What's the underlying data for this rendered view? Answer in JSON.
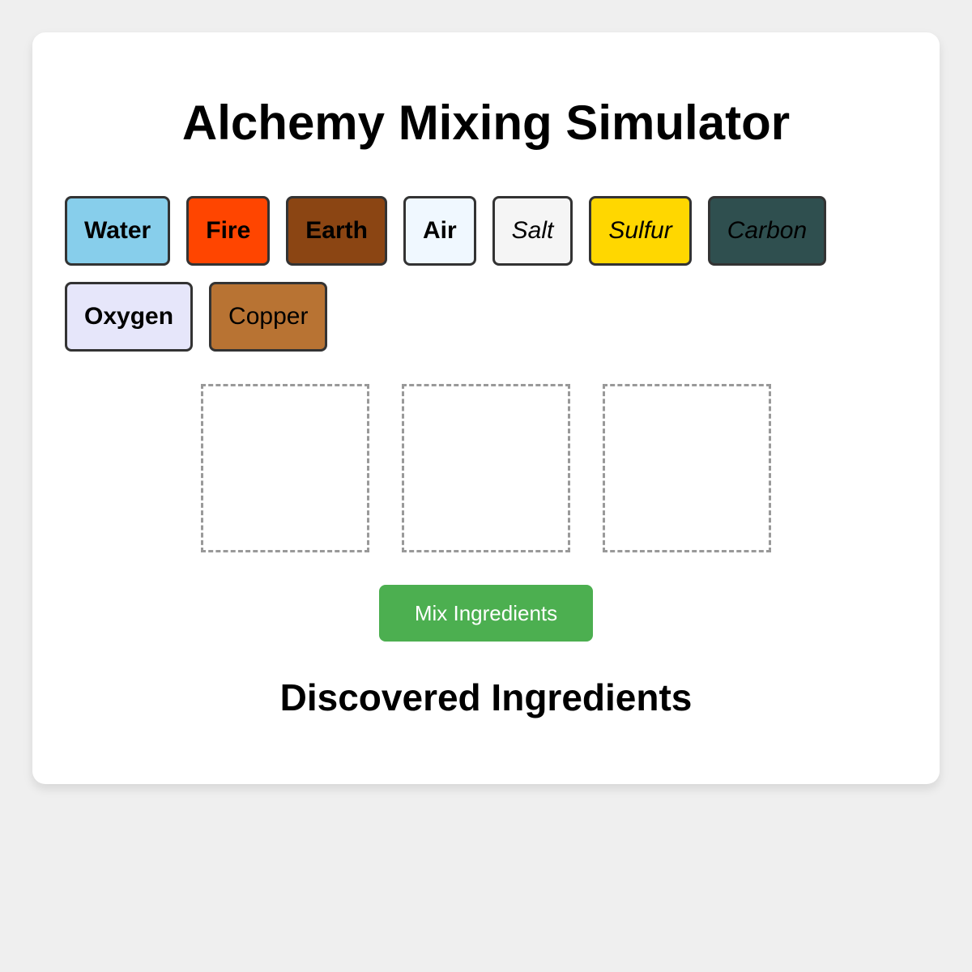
{
  "app": {
    "title": "Alchemy Mixing Simulator"
  },
  "ingredients": [
    {
      "label": "Water",
      "color": "#87ceeb",
      "style": "bold"
    },
    {
      "label": "Fire",
      "color": "#ff4500",
      "style": "bold"
    },
    {
      "label": "Earth",
      "color": "#8b4513",
      "style": "bold"
    },
    {
      "label": "Air",
      "color": "#f0f8ff",
      "style": "bold"
    },
    {
      "label": "Salt",
      "color": "#f5f5f5",
      "style": "italic"
    },
    {
      "label": "Sulfur",
      "color": "#ffd700",
      "style": "italic"
    },
    {
      "label": "Carbon",
      "color": "#2f4f4f",
      "style": "italic"
    },
    {
      "label": "Oxygen",
      "color": "#e6e6fa",
      "style": "bold"
    },
    {
      "label": "Copper",
      "color": "#b87333",
      "style": "normal"
    }
  ],
  "mixing": {
    "slot_count": 3,
    "button_label": "Mix Ingredients",
    "button_color": "#4caf50"
  },
  "discovered": {
    "title": "Discovered Ingredients",
    "items": []
  }
}
